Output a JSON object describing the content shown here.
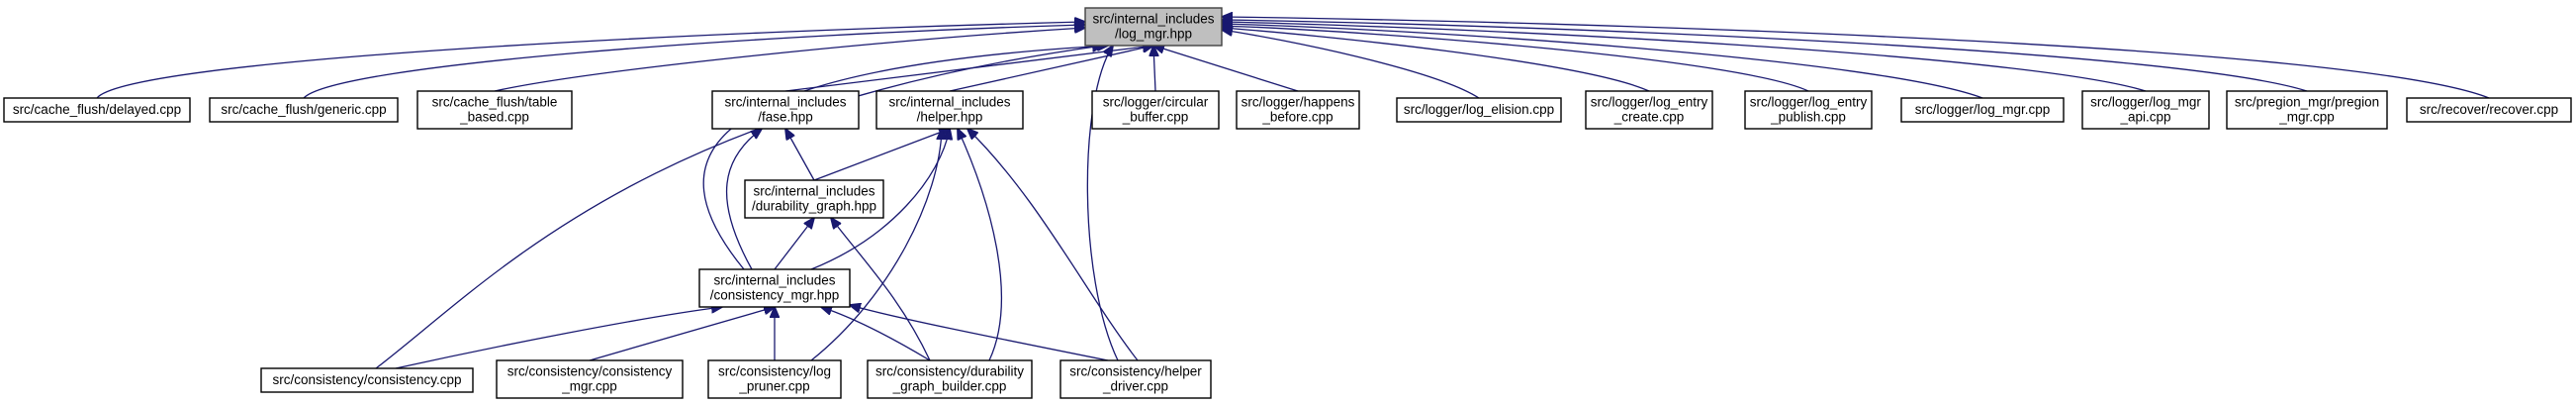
{
  "diagram": {
    "root": "log_mgr",
    "nodes": [
      {
        "id": "log_mgr",
        "lines": [
          "src/internal_includes",
          "/log_mgr.hpp"
        ],
        "root": true
      },
      {
        "id": "cf_delayed",
        "lines": [
          "src/cache_flush/delayed.cpp"
        ]
      },
      {
        "id": "cf_generic",
        "lines": [
          "src/cache_flush/generic.cpp"
        ]
      },
      {
        "id": "cf_table",
        "lines": [
          "src/cache_flush/table",
          "_based.cpp"
        ]
      },
      {
        "id": "fase",
        "lines": [
          "src/internal_includes",
          "/fase.hpp"
        ]
      },
      {
        "id": "helper",
        "lines": [
          "src/internal_includes",
          "/helper.hpp"
        ]
      },
      {
        "id": "lg_circular",
        "lines": [
          "src/logger/circular",
          "_buffer.cpp"
        ]
      },
      {
        "id": "lg_happens",
        "lines": [
          "src/logger/happens",
          "_before.cpp"
        ]
      },
      {
        "id": "lg_elision",
        "lines": [
          "src/logger/log_elision.cpp"
        ]
      },
      {
        "id": "lg_entry_create",
        "lines": [
          "src/logger/log_entry",
          "_create.cpp"
        ]
      },
      {
        "id": "lg_entry_publish",
        "lines": [
          "src/logger/log_entry",
          "_publish.cpp"
        ]
      },
      {
        "id": "lg_log_mgr",
        "lines": [
          "src/logger/log_mgr.cpp"
        ]
      },
      {
        "id": "lg_log_mgr_api",
        "lines": [
          "src/logger/log_mgr",
          "_api.cpp"
        ]
      },
      {
        "id": "pregion",
        "lines": [
          "src/pregion_mgr/pregion",
          "_mgr.cpp"
        ]
      },
      {
        "id": "recover",
        "lines": [
          "src/recover/recover.cpp"
        ]
      },
      {
        "id": "durability_graph",
        "lines": [
          "src/internal_includes",
          "/durability_graph.hpp"
        ]
      },
      {
        "id": "consistency_mgr_h",
        "lines": [
          "src/internal_includes",
          "/consistency_mgr.hpp"
        ]
      },
      {
        "id": "cons_consistency",
        "lines": [
          "src/consistency/consistency.cpp"
        ]
      },
      {
        "id": "cons_mgr",
        "lines": [
          "src/consistency/consistency",
          "_mgr.cpp"
        ]
      },
      {
        "id": "cons_pruner",
        "lines": [
          "src/consistency/log",
          "_pruner.cpp"
        ]
      },
      {
        "id": "cons_dgb",
        "lines": [
          "src/consistency/durability",
          "_graph_builder.cpp"
        ]
      },
      {
        "id": "cons_helper",
        "lines": [
          "src/consistency/helper",
          "_driver.cpp"
        ]
      }
    ],
    "edges": [
      {
        "from": "cf_delayed",
        "to": "log_mgr"
      },
      {
        "from": "cf_generic",
        "to": "log_mgr"
      },
      {
        "from": "cf_table",
        "to": "log_mgr"
      },
      {
        "from": "fase",
        "to": "log_mgr"
      },
      {
        "from": "helper",
        "to": "log_mgr"
      },
      {
        "from": "lg_circular",
        "to": "log_mgr"
      },
      {
        "from": "lg_happens",
        "to": "log_mgr"
      },
      {
        "from": "lg_elision",
        "to": "log_mgr"
      },
      {
        "from": "lg_entry_create",
        "to": "log_mgr"
      },
      {
        "from": "lg_entry_publish",
        "to": "log_mgr"
      },
      {
        "from": "lg_log_mgr",
        "to": "log_mgr"
      },
      {
        "from": "lg_log_mgr_api",
        "to": "log_mgr"
      },
      {
        "from": "pregion",
        "to": "log_mgr"
      },
      {
        "from": "recover",
        "to": "log_mgr"
      },
      {
        "from": "cons_consistency",
        "to": "log_mgr"
      },
      {
        "from": "consistency_mgr_h",
        "to": "log_mgr"
      },
      {
        "from": "cons_helper",
        "to": "log_mgr"
      },
      {
        "from": "durability_graph",
        "to": "fase"
      },
      {
        "from": "consistency_mgr_h",
        "to": "fase"
      },
      {
        "from": "durability_graph",
        "to": "helper"
      },
      {
        "from": "consistency_mgr_h",
        "to": "helper"
      },
      {
        "from": "cons_pruner",
        "to": "helper"
      },
      {
        "from": "cons_dgb",
        "to": "helper"
      },
      {
        "from": "cons_helper",
        "to": "helper"
      },
      {
        "from": "consistency_mgr_h",
        "to": "durability_graph"
      },
      {
        "from": "cons_dgb",
        "to": "durability_graph"
      },
      {
        "from": "cons_consistency",
        "to": "consistency_mgr_h"
      },
      {
        "from": "cons_mgr",
        "to": "consistency_mgr_h"
      },
      {
        "from": "cons_pruner",
        "to": "consistency_mgr_h"
      },
      {
        "from": "cons_dgb",
        "to": "consistency_mgr_h"
      },
      {
        "from": "cons_helper",
        "to": "consistency_mgr_h"
      }
    ]
  },
  "colors": {
    "edge": "#191970",
    "root_fill": "#bfbfbf",
    "node_fill": "#ffffff",
    "node_stroke": "#000000"
  }
}
